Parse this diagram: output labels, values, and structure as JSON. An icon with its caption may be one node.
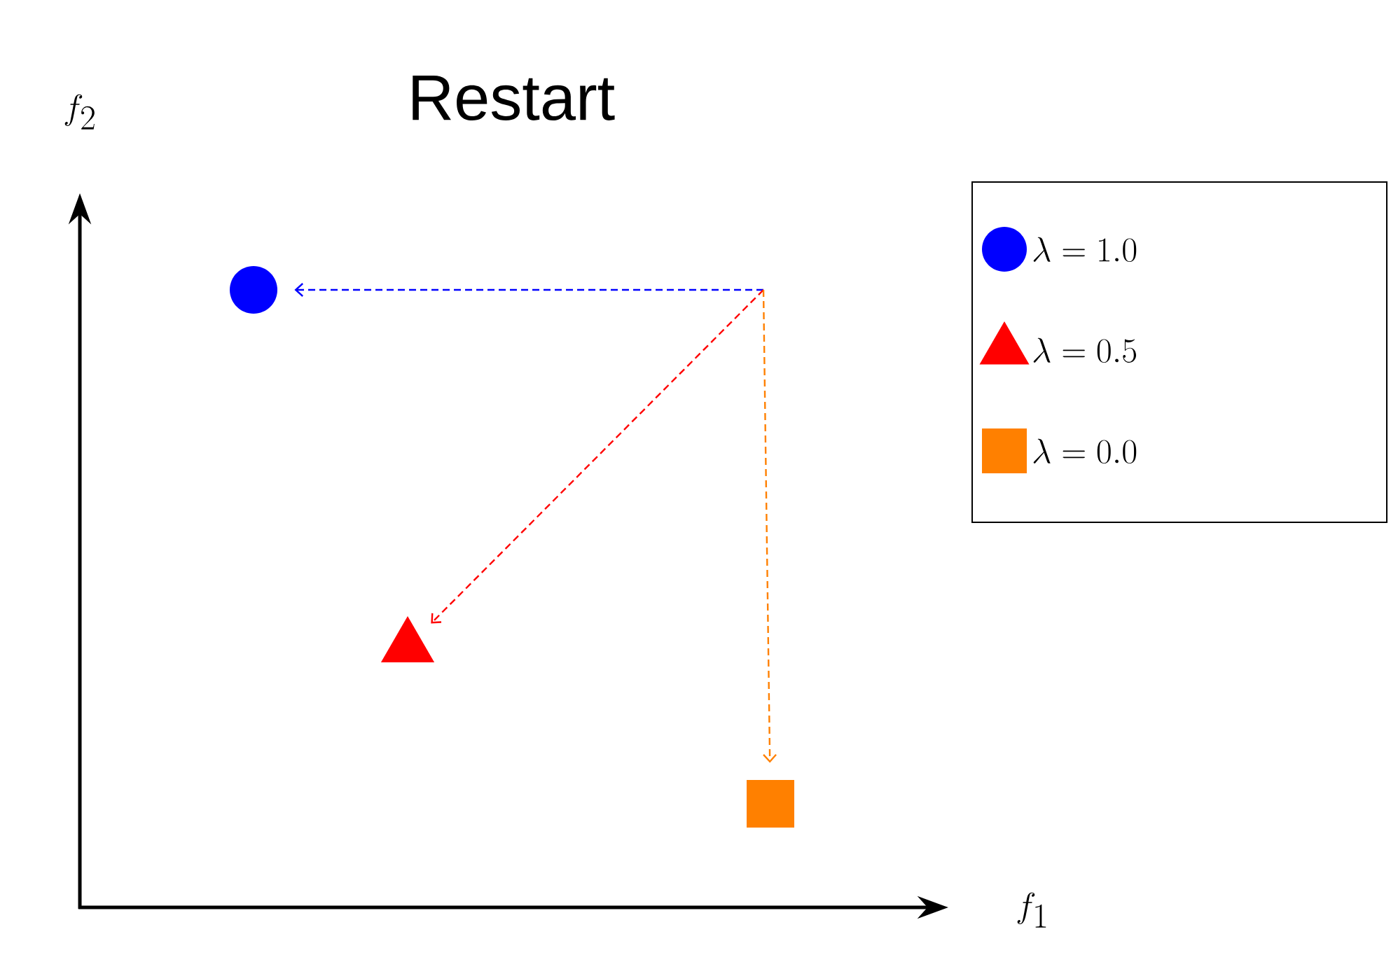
{
  "diagram": {
    "title": "Restart",
    "nodes": [
      {
        "text": [],
        "shape": "circle"
      },
      {
        "text": [],
        "shape": "triangle"
      },
      {
        "text": [],
        "shape": "box"
      }
    ],
    "edges": [
      {
        "from": null,
        "to": 0,
        "arrow": "to",
        "style": "dashed",
        "color": "#0000ff"
      },
      {
        "from": null,
        "to": 1,
        "arrow": "to",
        "style": "dashed",
        "color": "#ff0000"
      },
      {
        "from": null,
        "to": 2,
        "arrow": "to",
        "style": "dashed",
        "color": "#ff8000"
      }
    ],
    "labels": [
      "f_2",
      "f_1"
    ],
    "legend": [
      {
        "text": "\\lambda = 1.0",
        "color": "#0000ff"
      },
      {
        "text": "\\lambda = 0.5",
        "color": "#ff0000"
      },
      {
        "text": "\\lambda = 0.0",
        "color": "#ff8000"
      }
    ]
  }
}
